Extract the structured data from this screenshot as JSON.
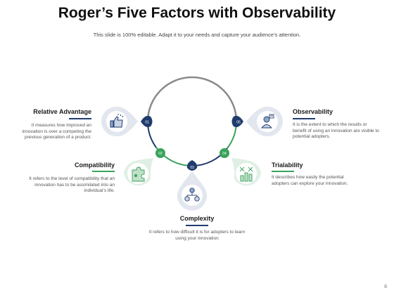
{
  "slide": {
    "title": "Roger’s Five Factors with Observability",
    "subtitle": "This slide is 100% editable. Adapt it to your needs and capture your audience’s attention.",
    "page_number": "8"
  },
  "factors": [
    {
      "number": "01",
      "heading": "Relative Advantage",
      "description": "It measures how improved an innovation is over a competing the previous generation of a product.",
      "color": "#1f3c6e",
      "icon": "thumbs-up-icon"
    },
    {
      "number": "02",
      "heading": "Compatibility",
      "description": "It refers to the level of compatibility that an innovation has to be assimilated into an individual’s life.",
      "color": "#3aa35d",
      "icon": "puzzle-icon"
    },
    {
      "number": "03",
      "heading": "Complexity",
      "description": "It refers to how difficult it is for adopters to learn using your innovation",
      "color": "#1f3c6e",
      "icon": "network-icon"
    },
    {
      "number": "04",
      "heading": "Trialability",
      "description": "It describes how easily the potential adopters can explore your innovation.",
      "color": "#3aa35d",
      "icon": "trial-icon"
    },
    {
      "number": "05",
      "heading": "Observability",
      "description": "It is the extent to which the results or benefit of using an innovation are visible to potential adopters.",
      "color": "#1f3c6e",
      "icon": "observer-icon"
    }
  ]
}
